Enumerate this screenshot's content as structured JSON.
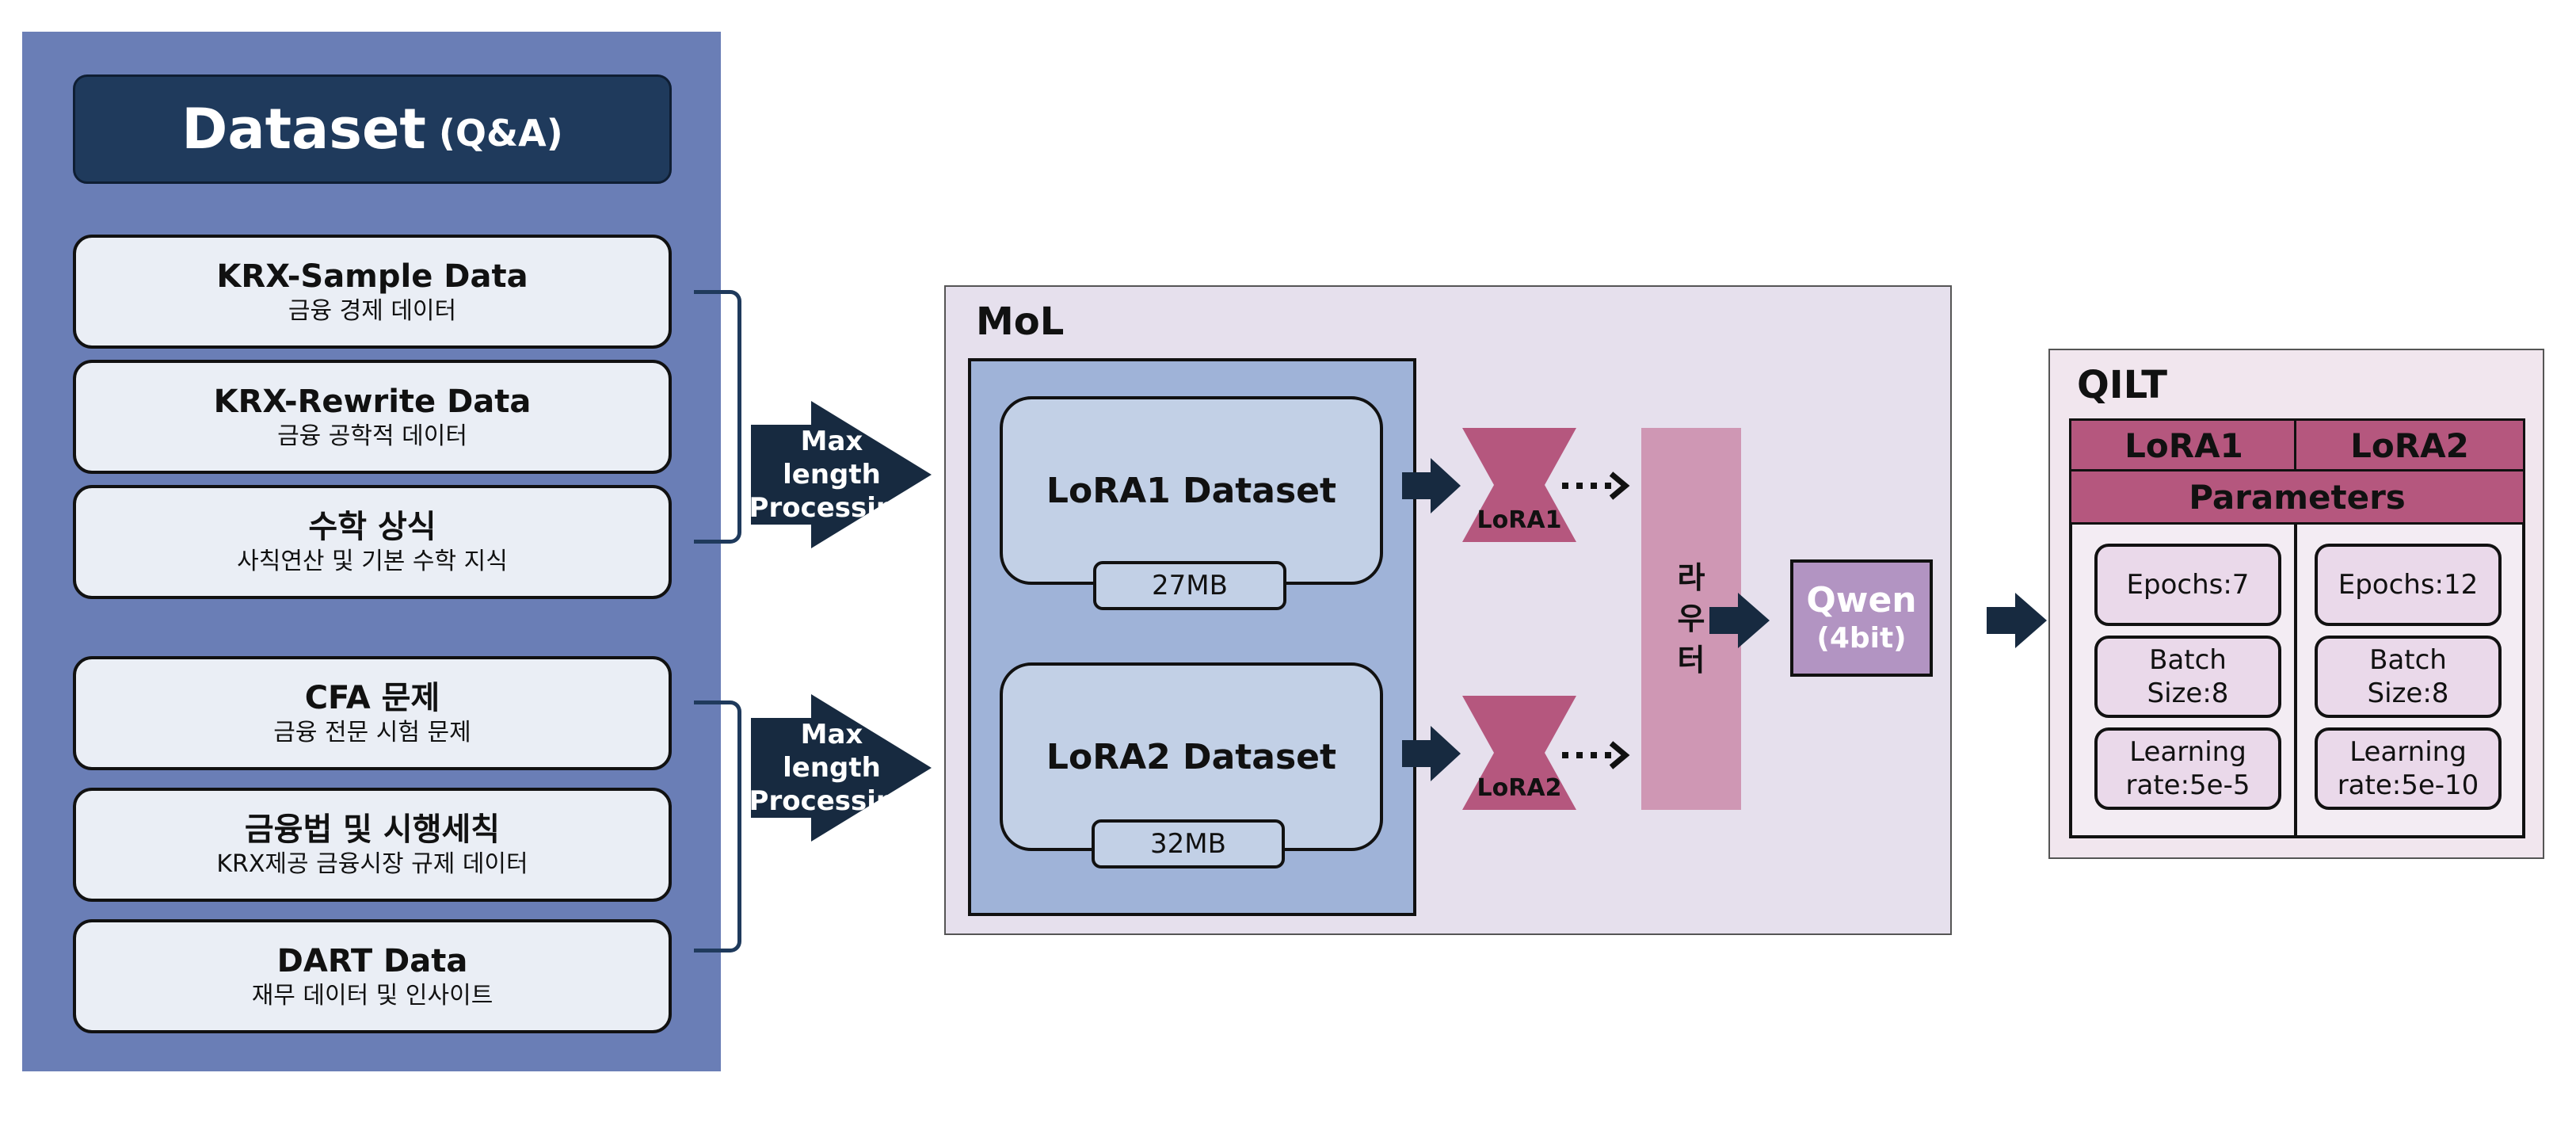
{
  "dataset": {
    "title": "Dataset",
    "title_sub": "(Q&A)",
    "group1": [
      {
        "name": "KRX-Sample Data",
        "desc": "금융 경제 데이터"
      },
      {
        "name": "KRX-Rewrite Data",
        "desc": "금융 공학적 데이터"
      },
      {
        "name": "수학 상식",
        "desc": "사칙연산 및 기본 수학 지식"
      }
    ],
    "group2": [
      {
        "name": "CFA 문제",
        "desc": "금융 전문 시험 문제"
      },
      {
        "name": "금융법 및 시행세칙",
        "desc": "KRX제공 금융시장 규제 데이터"
      },
      {
        "name": "DART Data",
        "desc": "재무 데이터 및 인사이트"
      }
    ]
  },
  "processing": {
    "line1": "Max length",
    "line2": "Processing"
  },
  "mol": {
    "title": "MoL",
    "datasets": [
      {
        "name": "LoRA1 Dataset",
        "size": "27MB"
      },
      {
        "name": "LoRA2 Dataset",
        "size": "32MB"
      }
    ],
    "adapters": [
      "LoRA1",
      "LoRA2"
    ],
    "router": [
      "라",
      "우",
      "터"
    ],
    "model_line1": "Qwen",
    "model_line2": "(4bit)"
  },
  "qilt": {
    "title": "QILT",
    "headers": [
      "LoRA1",
      "LoRA2"
    ],
    "params_header": "Parameters",
    "lora1": [
      "Epochs:7",
      "Batch\nSize:8",
      "Learning\nrate:5e-5"
    ],
    "lora2": [
      "Epochs:12",
      "Batch\nSize:8",
      "Learning\nrate:5e-10"
    ]
  },
  "colors": {
    "dataset_panel": "#6a7eb6",
    "navy": "#1f3a5c",
    "arrow": "#172a40",
    "mol_panel": "#e6e0ed",
    "lora_pink": "#b5577e",
    "router": "#cf97b4",
    "qwen": "#b294c2"
  }
}
